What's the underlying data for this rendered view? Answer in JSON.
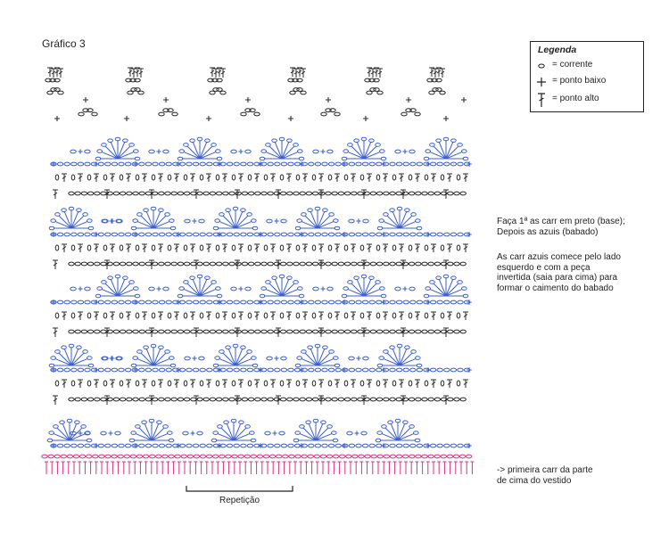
{
  "title": "Gráfico 3",
  "legend": {
    "title": "Legenda",
    "items": [
      {
        "icon": "chain-stitch-icon",
        "label": "= corrente"
      },
      {
        "icon": "single-crochet-icon",
        "label": "= ponto baixo"
      },
      {
        "icon": "double-crochet-icon",
        "label": "= ponto alto"
      }
    ]
  },
  "notes": {
    "base_lines": [
      "Faça 1ª as carr em preto (base);",
      "Depois as azuis (babado)"
    ],
    "ruffle_lines": [
      "As carr azuis comece pelo lado",
      "esquerdo e com a peça",
      "invertida (saia para cima) para",
      "formar o caimento do babado"
    ],
    "first_row_lines": [
      "-> primeira carr da parte",
      "de cima do vestido"
    ]
  },
  "repeat_label": "Repetição",
  "colors": {
    "black": "#2a2a2a",
    "blue": "#3a5fcd",
    "pink": "#d63384"
  }
}
